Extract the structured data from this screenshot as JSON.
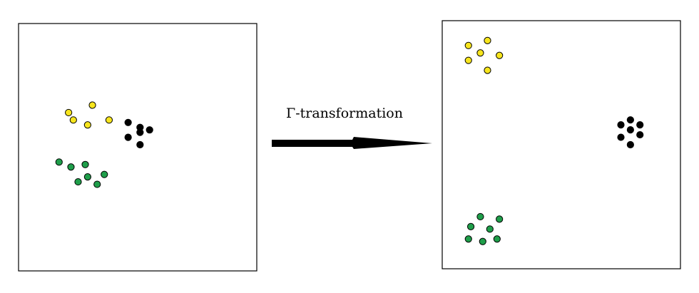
{
  "arrow": {
    "caption": "Γ-transformation"
  },
  "colors": {
    "yellow": "#f7e51d",
    "green": "#1f9e4a",
    "black": "#000000"
  },
  "panels": {
    "before": {
      "clusters": [
        {
          "color": "yellow",
          "points": [
            [
              0.21,
              0.36
            ],
            [
              0.31,
              0.33
            ],
            [
              0.23,
              0.39
            ],
            [
              0.29,
              0.41
            ],
            [
              0.38,
              0.39
            ]
          ]
        },
        {
          "color": "black",
          "points": [
            [
              0.51,
              0.44
            ],
            [
              0.46,
              0.4
            ],
            [
              0.51,
              0.42
            ],
            [
              0.55,
              0.43
            ],
            [
              0.46,
              0.46
            ],
            [
              0.51,
              0.49
            ]
          ]
        },
        {
          "color": "green",
          "points": [
            [
              0.22,
              0.58
            ],
            [
              0.25,
              0.64
            ],
            [
              0.33,
              0.65
            ],
            [
              0.17,
              0.56
            ],
            [
              0.28,
              0.57
            ],
            [
              0.36,
              0.61
            ],
            [
              0.29,
              0.62
            ]
          ]
        }
      ]
    },
    "after": {
      "clusters": [
        {
          "color": "yellow",
          "points": [
            [
              0.11,
              0.1
            ],
            [
              0.19,
              0.08
            ],
            [
              0.16,
              0.13
            ],
            [
              0.24,
              0.14
            ],
            [
              0.19,
              0.2
            ],
            [
              0.11,
              0.16
            ]
          ]
        },
        {
          "color": "black",
          "points": [
            [
              0.79,
              0.4
            ],
            [
              0.75,
              0.42
            ],
            [
              0.79,
              0.44
            ],
            [
              0.83,
              0.42
            ],
            [
              0.75,
              0.47
            ],
            [
              0.83,
              0.46
            ],
            [
              0.79,
              0.5
            ]
          ]
        },
        {
          "color": "green",
          "points": [
            [
              0.16,
              0.79
            ],
            [
              0.12,
              0.83
            ],
            [
              0.2,
              0.84
            ],
            [
              0.24,
              0.8
            ],
            [
              0.11,
              0.88
            ],
            [
              0.17,
              0.89
            ],
            [
              0.23,
              0.88
            ]
          ]
        }
      ]
    }
  }
}
